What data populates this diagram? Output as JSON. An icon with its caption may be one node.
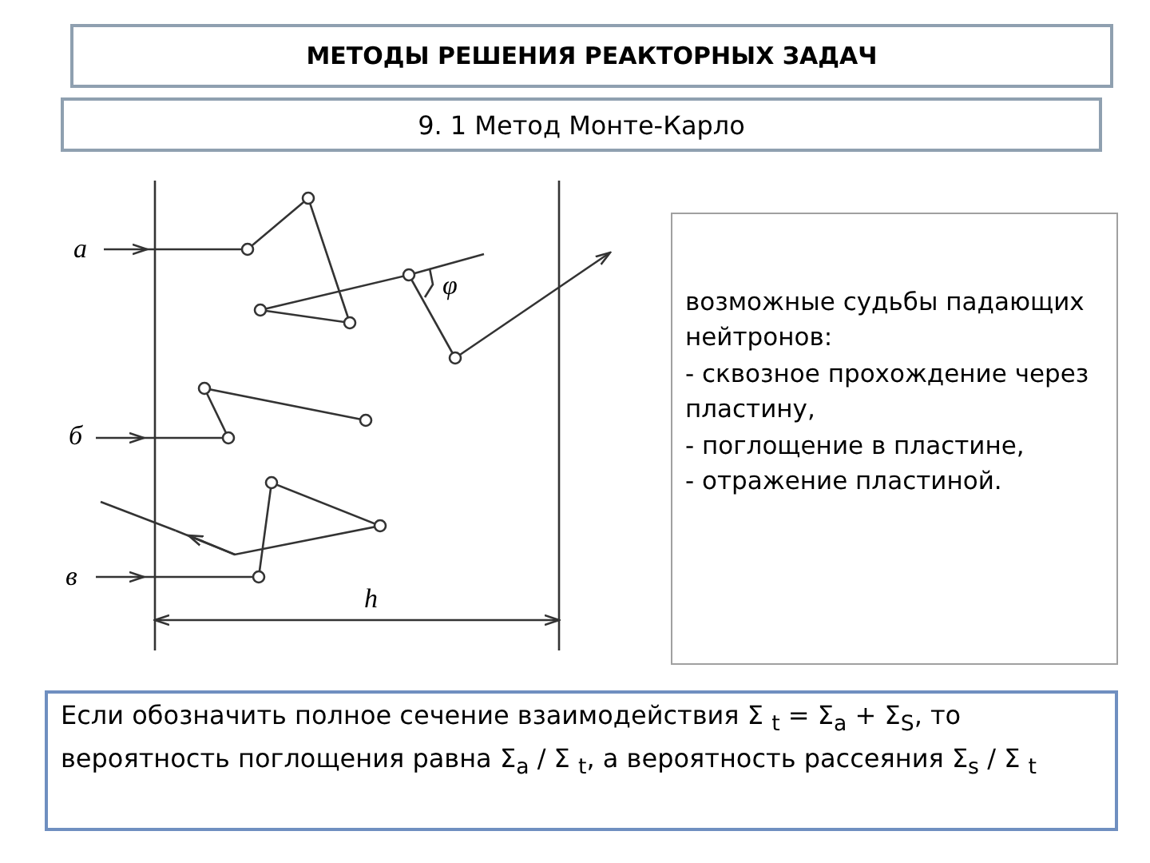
{
  "diagram": {
    "nodes": [
      {
        "text": [
          "МЕТОДЫ РЕШЕНИЯ РЕАКТОРНЫХ ЗАДАЧ"
        ]
      },
      {
        "text": [
          "9. 1 Метод Монте-Карло"
        ]
      },
      {
        "text": [
          "возможные судьбы падающих нейтронов:",
          "- сквозное прохождение через пластину,",
          "- поглощение в пластине,",
          "- отражение пластиной."
        ]
      },
      {
        "text": [
          "Если обозначить полное сечение взаимодействия Σ $_{t}$ = Σ$_{a}$ + Σ$_{S}$, то вероятность поглощения равна Σ$_{a}$ / Σ $_{t}$, а вероятность рассеяния Σ$_{s}$ / Σ $_{t}$"
        ]
      }
    ],
    "labels": [
      "а",
      "φ",
      "б",
      "в",
      "h"
    ]
  }
}
